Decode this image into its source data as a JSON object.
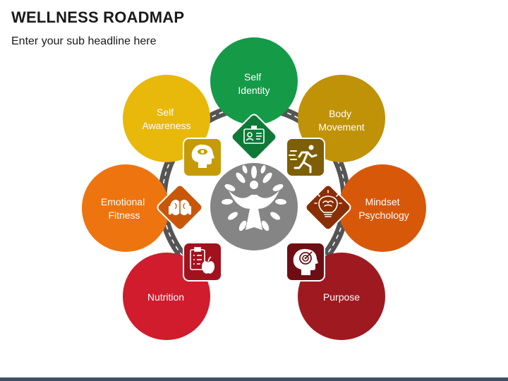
{
  "header": {
    "title": "WELLNESS ROADMAP",
    "subtitle": "Enter your sub headline here"
  },
  "nodes": [
    {
      "id": "self-identity",
      "lines": [
        "Self",
        "Identity"
      ],
      "color": "#159a48",
      "icon": "id-badge-icon"
    },
    {
      "id": "self-awareness",
      "lines": [
        "Self",
        "Awareness"
      ],
      "color": "#e8b80a",
      "icon": "head-eye-icon"
    },
    {
      "id": "body-movement",
      "lines": [
        "Body",
        "Movement"
      ],
      "color": "#c09208",
      "icon": "running-person-icon"
    },
    {
      "id": "emotional-fitness",
      "lines": [
        "Emotional",
        "Fitness"
      ],
      "color": "#ee7410",
      "icon": "brain-icon"
    },
    {
      "id": "mindset-psychology",
      "lines": [
        "Mindset",
        "Psychology"
      ],
      "color": "#d8580a",
      "icon": "lightbulb-brain-icon"
    },
    {
      "id": "nutrition",
      "lines": [
        "Nutrition"
      ],
      "color": "#d01c2c",
      "icon": "clipboard-apple-icon"
    },
    {
      "id": "purpose",
      "lines": [
        "Purpose"
      ],
      "color": "#9e1a20",
      "icon": "head-target-icon"
    }
  ],
  "center": {
    "icon": "tree-person-icon",
    "color": "#858585"
  },
  "road_color": "#555555",
  "footer_color": "#3b5068"
}
